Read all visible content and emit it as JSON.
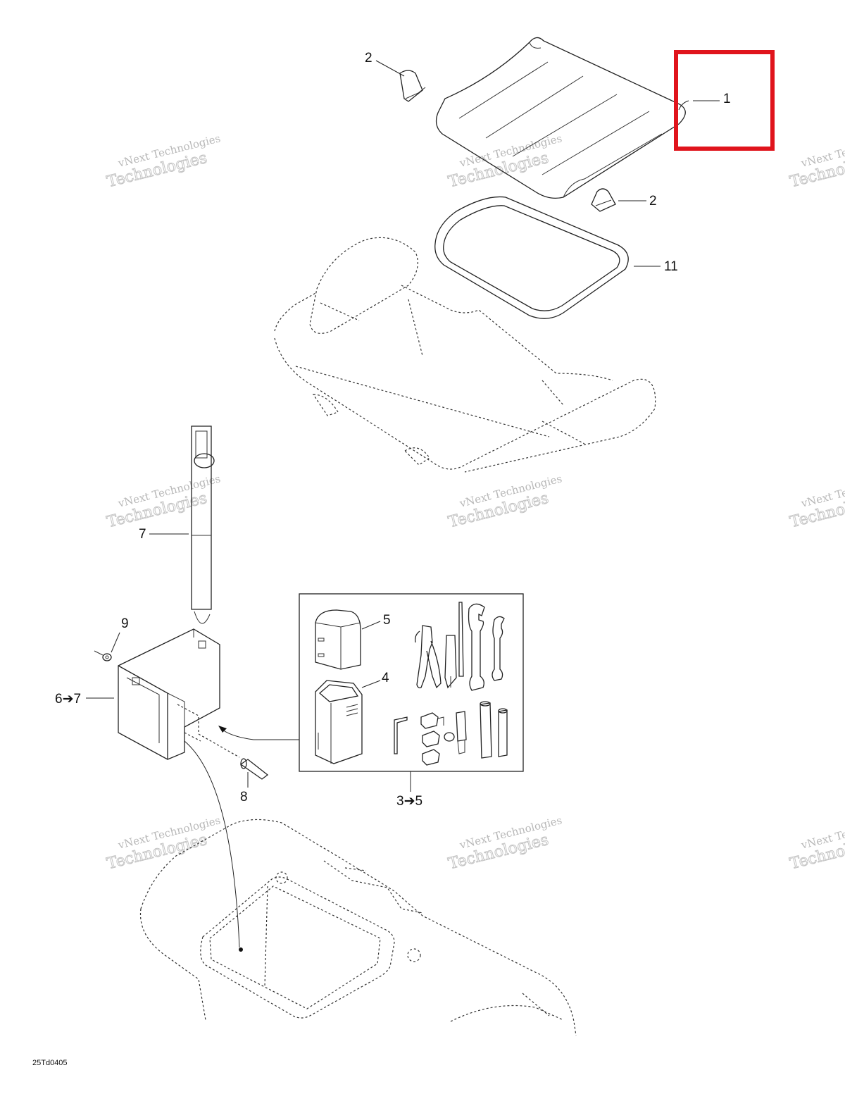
{
  "callouts": {
    "c1": "1",
    "c2a": "2",
    "c2b": "2",
    "c11": "11",
    "c7": "7",
    "c9": "9",
    "c67": "6➔7",
    "c5": "5",
    "c4": "4",
    "c8": "8",
    "c35": "3➔5"
  },
  "watermark": {
    "line1": "vNext Technologies",
    "line2": "Technologies"
  },
  "drawing_code": "25Td0405",
  "highlight": {
    "color": "#e0141c",
    "target": "1"
  }
}
